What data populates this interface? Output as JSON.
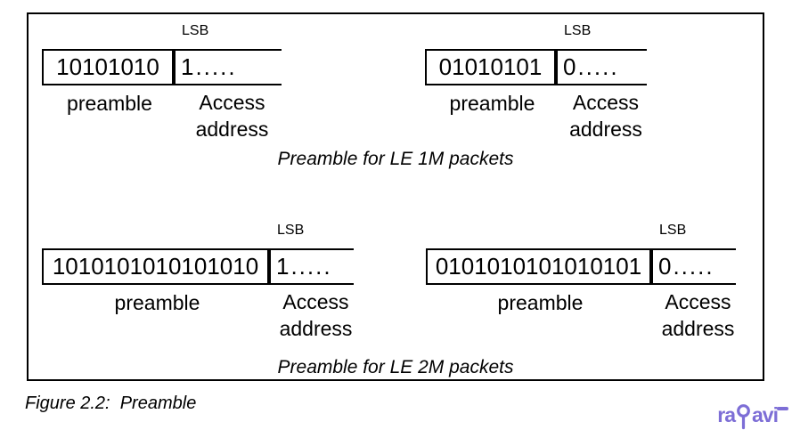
{
  "figure": {
    "figure_caption": "Figure 2.2:  Preamble",
    "caption_1m": "Preamble for LE 1M packets",
    "caption_2m": "Preamble for LE 2M packets",
    "groups": [
      {
        "lsb": "LSB",
        "preamble_bits": "10101010",
        "access_bits": "1.....",
        "preamble_label": "preamble",
        "access_line1": "Access",
        "access_line2": "address"
      },
      {
        "lsb": "LSB",
        "preamble_bits": "01010101",
        "access_bits": "0.....",
        "preamble_label": "preamble",
        "access_line1": "Access",
        "access_line2": "address"
      },
      {
        "lsb": "LSB",
        "preamble_bits": "1010101010101010",
        "access_bits": "1.....",
        "preamble_label": "preamble",
        "access_line1": "Access",
        "access_line2": "address"
      },
      {
        "lsb": "LSB",
        "preamble_bits": "0101010101010101",
        "access_bits": "0.....",
        "preamble_label": "preamble",
        "access_line1": "Access",
        "access_line2": "address"
      }
    ]
  },
  "logo": {
    "prefix": "ra",
    "suffix": "avi",
    "glyph_icon": "balloon-stem-glyph",
    "color": "#7d6ed6"
  },
  "colors": {
    "line": "#000000",
    "background": "#ffffff"
  }
}
